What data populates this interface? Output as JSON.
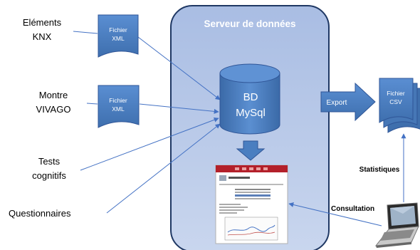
{
  "server": {
    "title": "Serveur de données"
  },
  "database": {
    "line1": "BD",
    "line2": "MySql"
  },
  "sources": {
    "knx": {
      "line1": "Eléments",
      "line2": "KNX"
    },
    "vivago": {
      "line1": "Montre",
      "line2": "VIVAGO"
    },
    "tests": {
      "line1": "Tests",
      "line2": "cognitifs"
    },
    "questionnaires": {
      "line1": "Questionnaires"
    }
  },
  "documents": {
    "xml1": {
      "line1": "Fichier",
      "line2": "XML"
    },
    "xml2": {
      "line1": "Fichier",
      "line2": "XML"
    },
    "csv": {
      "line1": "Fichier",
      "line2": "CSV"
    }
  },
  "export": {
    "label": "Export"
  },
  "labels": {
    "statistiques": "Statistiques",
    "consultation": "Consultation"
  },
  "colors": {
    "server_fill": "#b7c7e6",
    "server_border": "#1f3864",
    "shape_fill": "#4a7ec0",
    "shape_border": "#2f5597",
    "arrow": "#4472c4"
  },
  "icons": {
    "laptop": "laptop-icon",
    "screenshot": "web-app-screenshot"
  }
}
